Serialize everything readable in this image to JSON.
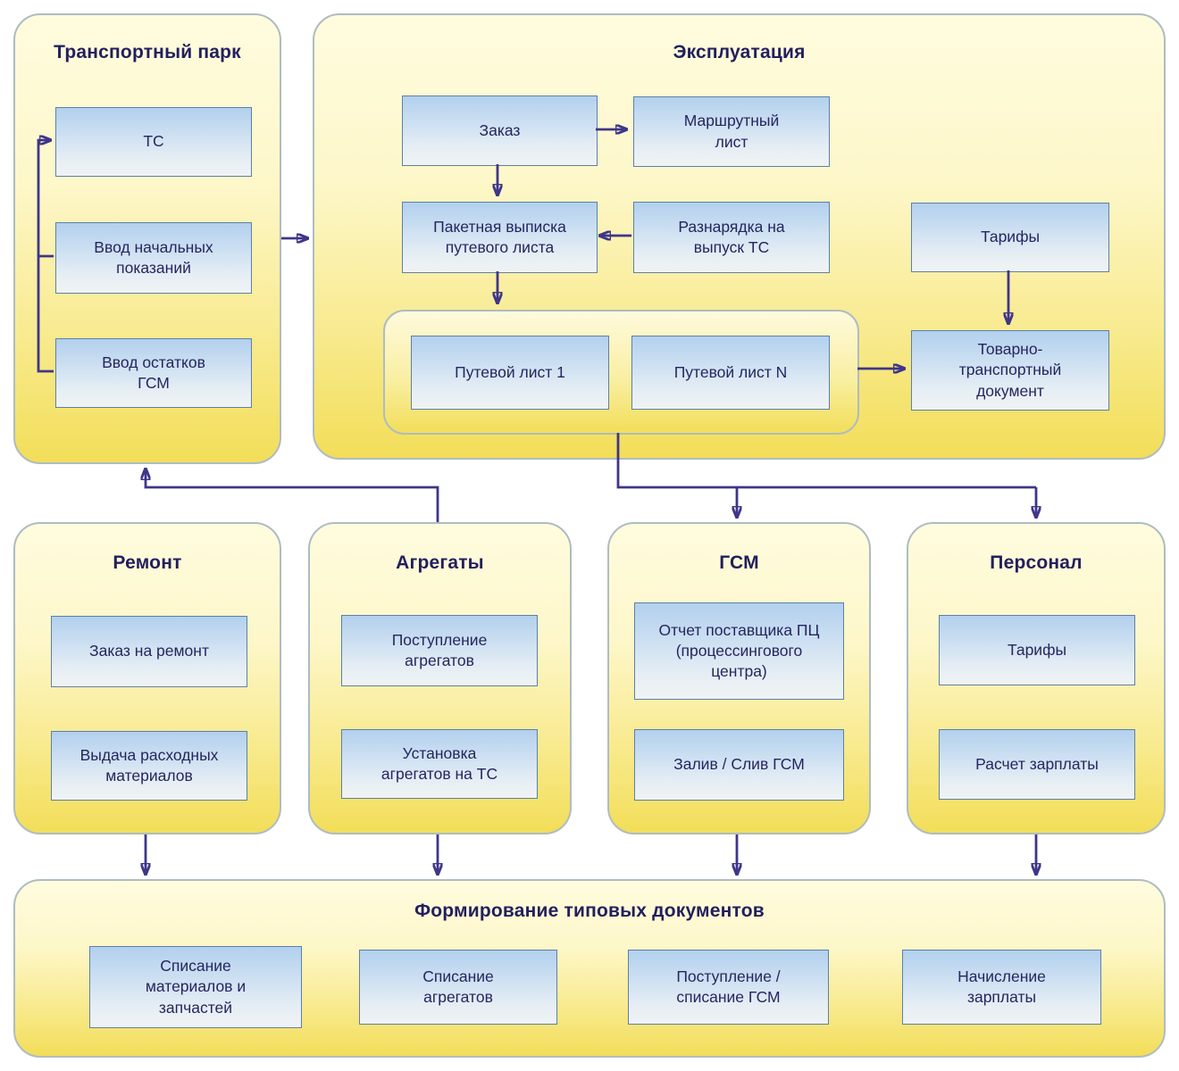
{
  "palette": {
    "container_border": "#aebcc2",
    "container_fill_top": "#fffcdf",
    "container_fill_bottom": "#f2de59",
    "box_border": "#5d80a5",
    "box_fill_top": "#b2d0ee",
    "box_fill_bottom": "#f0f3f4",
    "text_color": "#26255f",
    "arrow_color": "#3e3689"
  },
  "containers": {
    "transport_park": {
      "title": "Транспортный парк",
      "boxes": {
        "ts": "ТС",
        "initial_readings": "Ввод начальных\nпоказаний",
        "fuel_rest": "Ввод остатков\nГСМ"
      }
    },
    "exploitation": {
      "title": "Эксплуатация",
      "boxes": {
        "order": "Заказ",
        "route_sheet": "Маршрутный\nлист",
        "batch_waybill": "Пакетная выписка\nпутевого листа",
        "allocation": "Разнарядка на\nвыпуск ТС",
        "tariffs": "Тарифы",
        "waybill_1": "Путевой лист 1",
        "waybill_n": "Путевой лист N",
        "ttd": "Товарно-\nтранспортный\nдокумент"
      }
    },
    "repair": {
      "title": "Ремонт",
      "boxes": {
        "repair_order": "Заказ на ремонт",
        "materials_issue": "Выдача расходных\nматериалов"
      }
    },
    "units": {
      "title": "Агрегаты",
      "boxes": {
        "units_receipt": "Поступление\nагрегатов",
        "units_install": "Установка\nагрегатов на ТС"
      }
    },
    "fuel": {
      "title": "ГСМ",
      "boxes": {
        "supplier_report": "Отчет поставщика ПЦ\n(процессингового\nцентра)",
        "fill_drain": "Залив / Слив ГСМ"
      }
    },
    "personnel": {
      "title": "Персонал",
      "boxes": {
        "tariffs": "Тарифы",
        "salary_calc": "Расчет зарплаты"
      }
    },
    "documents": {
      "title": "Формирование типовых документов",
      "boxes": {
        "writeoff_materials": "Списание\nматериалов и\nзапчастей",
        "writeoff_units": "Списание\nагрегатов",
        "fuel_receipt_writeoff": "Поступление /\nсписание ГСМ",
        "salary_accrual": "Начисление\nзарплаты"
      }
    }
  }
}
